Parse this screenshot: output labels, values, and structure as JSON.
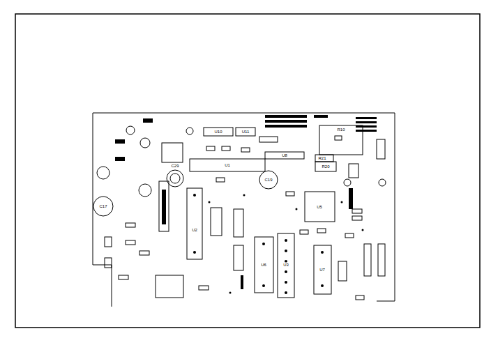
{
  "diagram": {
    "labels": [
      "R10",
      "R21",
      "R20",
      "U1",
      "U5",
      "U6",
      "U3",
      "U7",
      "U2",
      "U10",
      "U11",
      "U8",
      "C17",
      "C29",
      "C19"
    ]
  }
}
